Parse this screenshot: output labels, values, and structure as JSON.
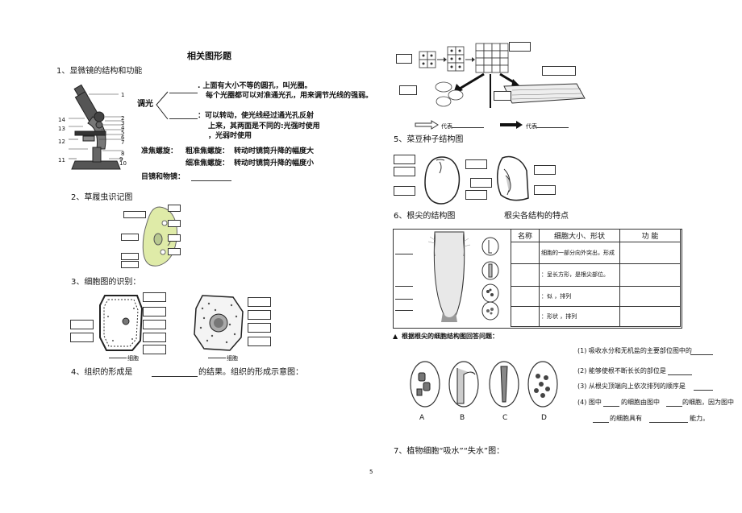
{
  "page_title": "相关图形题",
  "page_number": "5",
  "s1": {
    "heading": "1、显微镜的结构和功能",
    "tiaoguang": "调光",
    "line1": ". 上面有大小不等的圆孔，叫光圈。",
    "line2": "每个光圈都可以对准通光孔，用来调节光线的强弱。",
    "line3": "：可以转动，使光线经过通光孔反射",
    "line4": "上来，其两面是不同的:光强时使用",
    "line5": "，光弱时使用",
    "cu_label": "粗准焦螺旋：",
    "cu_text": "转动时镜筒升降的幅度大",
    "xi_label": "细准焦螺旋：",
    "xi_text": "转动时镜筒升降的幅度小",
    "lens": "目镜和物镜：",
    "zhun": "准焦螺旋：",
    "nums": [
      "1",
      "2",
      "3",
      "4",
      "5",
      "6",
      "7",
      "8",
      "9",
      "10",
      "11",
      "12",
      "13",
      "14"
    ]
  },
  "s2": {
    "heading": "2、草履虫识记图"
  },
  "s3": {
    "heading": "3、细胞图的识别：",
    "cap1": "细胞",
    "cap2": "细胞"
  },
  "s4": {
    "prefix": "4、组织的形成是",
    "suffix": "的结果。组织的形成示意图："
  },
  "s5": {
    "heading": "5、菜豆种子结构图",
    "legend1": "代表",
    "legend2": "代表"
  },
  "s6": {
    "heading": "6、根尖的结构图",
    "sub": "根尖各结构的特点",
    "headers": [
      "名称",
      "细胞大小、形状",
      "功  能"
    ],
    "rows": [
      [
        "细胞的一部分向外突出，形成",
        ""
      ],
      [
        "：呈长方形，是根尖部位。",
        ""
      ],
      [
        "：似          ，排列",
        ""
      ],
      [
        "：形状          ，排列",
        ""
      ]
    ]
  },
  "s6q": {
    "intro": "根据根尖的细胞结构图回答问题：",
    "q1": "(1) 吸收水分和无机盐的主要部位图中的",
    "q2": "(2) 能够使根不断长长的部位是",
    "q3": "(3) 从根尖顶端向上依次排列的顺序是",
    "q4a": "(4) 图中",
    "q4b": "的细胞由图中",
    "q4c": "的细胞，因为图中",
    "q4d": "的细胞具有",
    "q4e": "能力。",
    "letters": [
      "A",
      "B",
      "C",
      "D"
    ]
  },
  "s7": {
    "heading": "7、植物细胞“吸水”“失水”图："
  }
}
